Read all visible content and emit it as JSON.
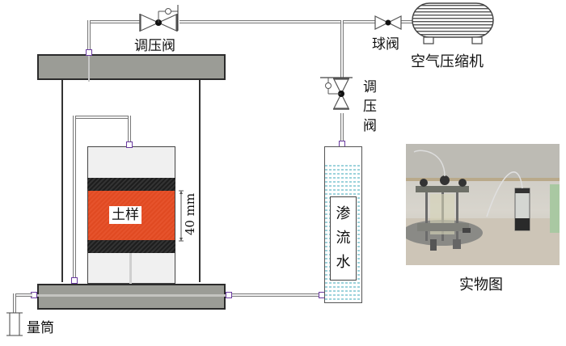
{
  "title": "Seepage test apparatus schematic",
  "labels": {
    "pressure_valve_top": "调压阀",
    "ball_valve": "球阀",
    "air_compressor": "空气压缩机",
    "pressure_valve_side": [
      "调",
      "压",
      "阀"
    ],
    "soil_sample": "土样",
    "sample_height": "40 mm",
    "seepage_water": [
      "渗",
      "流",
      "水"
    ],
    "measuring_cylinder": "量筒",
    "photo_caption": "实物图"
  },
  "colors": {
    "plate": "#9b9c96",
    "soil": "#e04a22",
    "porous_stone": "#222222",
    "port": "#6a3aa0",
    "water": "#9dd3dc"
  }
}
